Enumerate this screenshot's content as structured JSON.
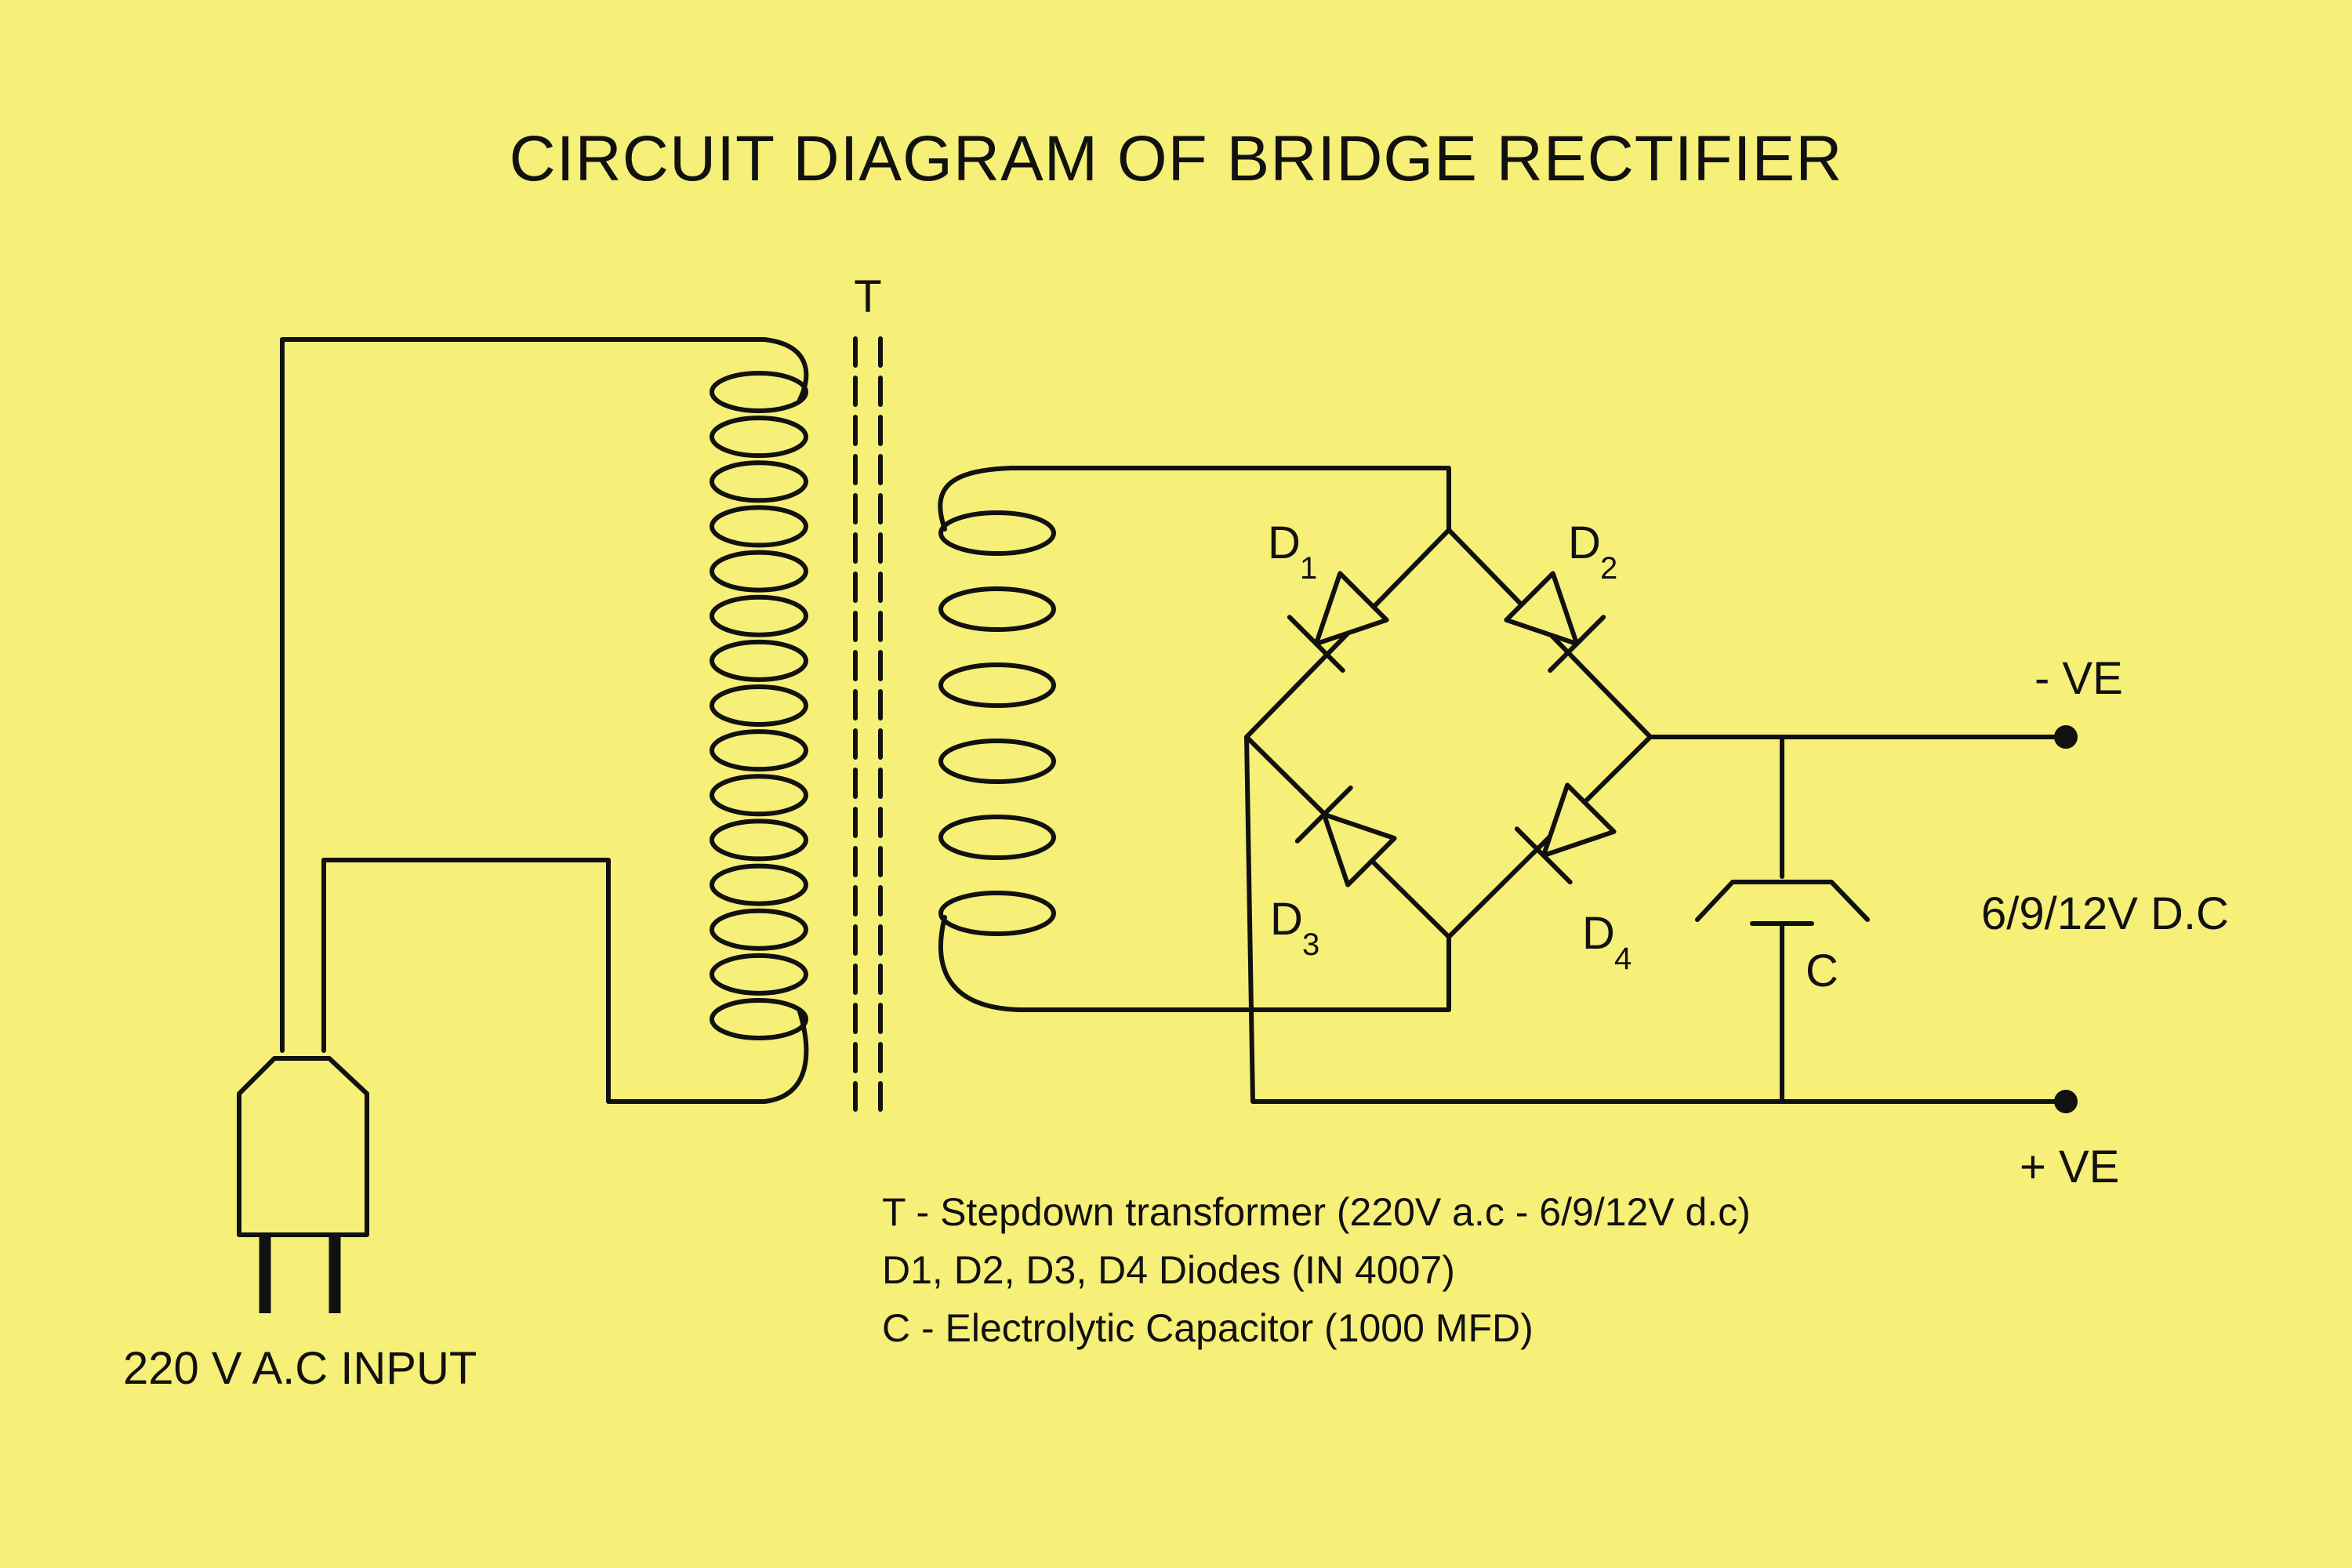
{
  "title": "CIRCUIT  DIAGRAM  OF  BRIDGE RECTIFIER",
  "colors": {
    "background": "#f6ef78",
    "ink": "#111111"
  },
  "transformer": {
    "label": "T"
  },
  "diodes": [
    {
      "letter": "D",
      "sub": "1"
    },
    {
      "letter": "D",
      "sub": "2"
    },
    {
      "letter": "D",
      "sub": "3"
    },
    {
      "letter": "D",
      "sub": "4"
    }
  ],
  "capacitor": {
    "label": "C"
  },
  "terminals": {
    "negative": "- VE",
    "positive": "+ VE",
    "output_voltage": "6/9/12V D.C"
  },
  "input": {
    "label": "220 V A.C INPUT"
  },
  "legend": [
    "T  -  Stepdown transformer  (220V a.c - 6/9/12V d.c)",
    "D1, D2, D3, D4  Diodes (IN 4007)",
    "C  -  Electrolytic Capacitor (1000 MFD)"
  ]
}
